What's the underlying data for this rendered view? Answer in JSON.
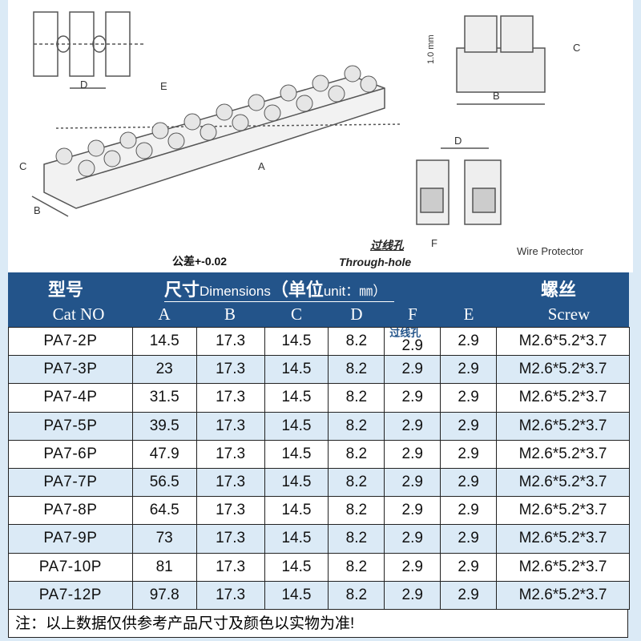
{
  "diagram": {
    "labels": {
      "top_left_d": "D",
      "top_left_e": "E",
      "main_a": "A",
      "main_b": "B",
      "main_c": "C",
      "side_vert": "1.0 mm",
      "side_c": "C",
      "side_b": "B",
      "detail_d": "D",
      "detail_f": "F"
    },
    "tolerance": "公差+-0.02",
    "through_hole_cn": "过线孔",
    "through_hole_en": "Through-hole",
    "wire_protector": "Wire Protector"
  },
  "table": {
    "header_cn": {
      "cat": "型号",
      "dims": "尺寸",
      "dims_en": "Dimensions",
      "unit": "（单位",
      "unit_en": "unit：㎜）",
      "screw": "螺丝"
    },
    "columns": [
      "Cat NO",
      "A",
      "B",
      "C",
      "D",
      "F",
      "E",
      "Screw"
    ],
    "f_note": "过线孔",
    "rows": [
      [
        "PA7-2P",
        "14.5",
        "17.3",
        "14.5",
        "8.2",
        "2.9",
        "2.9",
        "M2.6*5.2*3.7"
      ],
      [
        "PA7-3P",
        "23",
        "17.3",
        "14.5",
        "8.2",
        "2.9",
        "2.9",
        "M2.6*5.2*3.7"
      ],
      [
        "PA7-4P",
        "31.5",
        "17.3",
        "14.5",
        "8.2",
        "2.9",
        "2.9",
        "M2.6*5.2*3.7"
      ],
      [
        "PA7-5P",
        "39.5",
        "17.3",
        "14.5",
        "8.2",
        "2.9",
        "2.9",
        "M2.6*5.2*3.7"
      ],
      [
        "PA7-6P",
        "47.9",
        "17.3",
        "14.5",
        "8.2",
        "2.9",
        "2.9",
        "M2.6*5.2*3.7"
      ],
      [
        "PA7-7P",
        "56.5",
        "17.3",
        "14.5",
        "8.2",
        "2.9",
        "2.9",
        "M2.6*5.2*3.7"
      ],
      [
        "PA7-8P",
        "64.5",
        "17.3",
        "14.5",
        "8.2",
        "2.9",
        "2.9",
        "M2.6*5.2*3.7"
      ],
      [
        "PA7-9P",
        "73",
        "17.3",
        "14.5",
        "8.2",
        "2.9",
        "2.9",
        "M2.6*5.2*3.7"
      ],
      [
        "PA7-10P",
        "81",
        "17.3",
        "14.5",
        "8.2",
        "2.9",
        "2.9",
        "M2.6*5.2*3.7"
      ],
      [
        "PA7-12P",
        "97.8",
        "17.3",
        "14.5",
        "8.2",
        "2.9",
        "2.9",
        "M2.6*5.2*3.7"
      ]
    ],
    "note": "注：以上数据仅供参考产品尺寸及颜色以实物为准!"
  },
  "colors": {
    "header_bg": "#23548a",
    "row_alt": "#dbeaf6"
  }
}
